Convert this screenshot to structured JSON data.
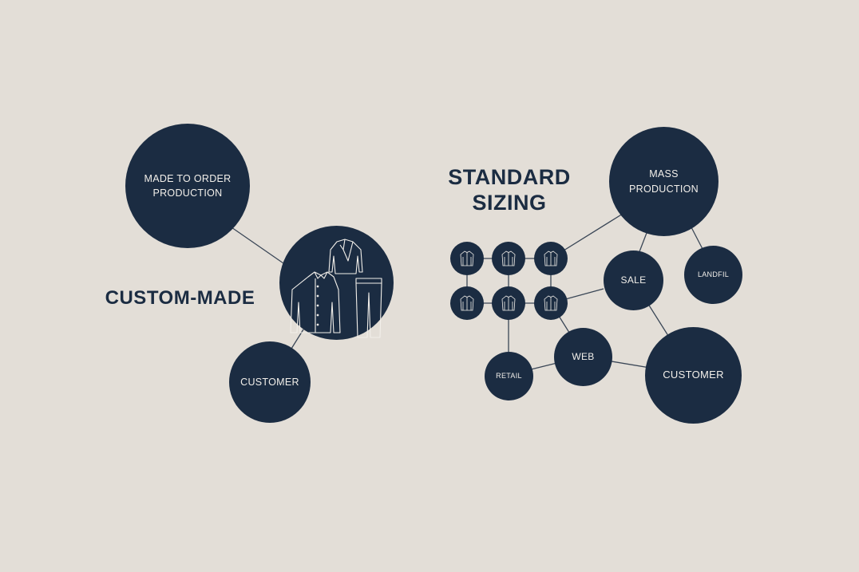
{
  "colors": {
    "background": "#e3ded7",
    "node": "#1b2c42",
    "node_text": "#f2efea",
    "line": "#3a4656"
  },
  "custom_made": {
    "heading": "CUSTOM-MADE",
    "made_to_order": "MADE TO ORDER\nPRODUCTION",
    "garments_icon": "shirt-jacket-trousers-icon",
    "customer": "CUSTOMER"
  },
  "standard_sizing": {
    "heading": "STANDARD\nSIZING",
    "mass_production": "MASS\nPRODUCTION",
    "sale": "SALE",
    "landfil": "LANDFIL",
    "web": "WEB",
    "retail": "RETAIL",
    "customer": "CUSTOMER",
    "shirt_icon": "shirt-icon"
  }
}
